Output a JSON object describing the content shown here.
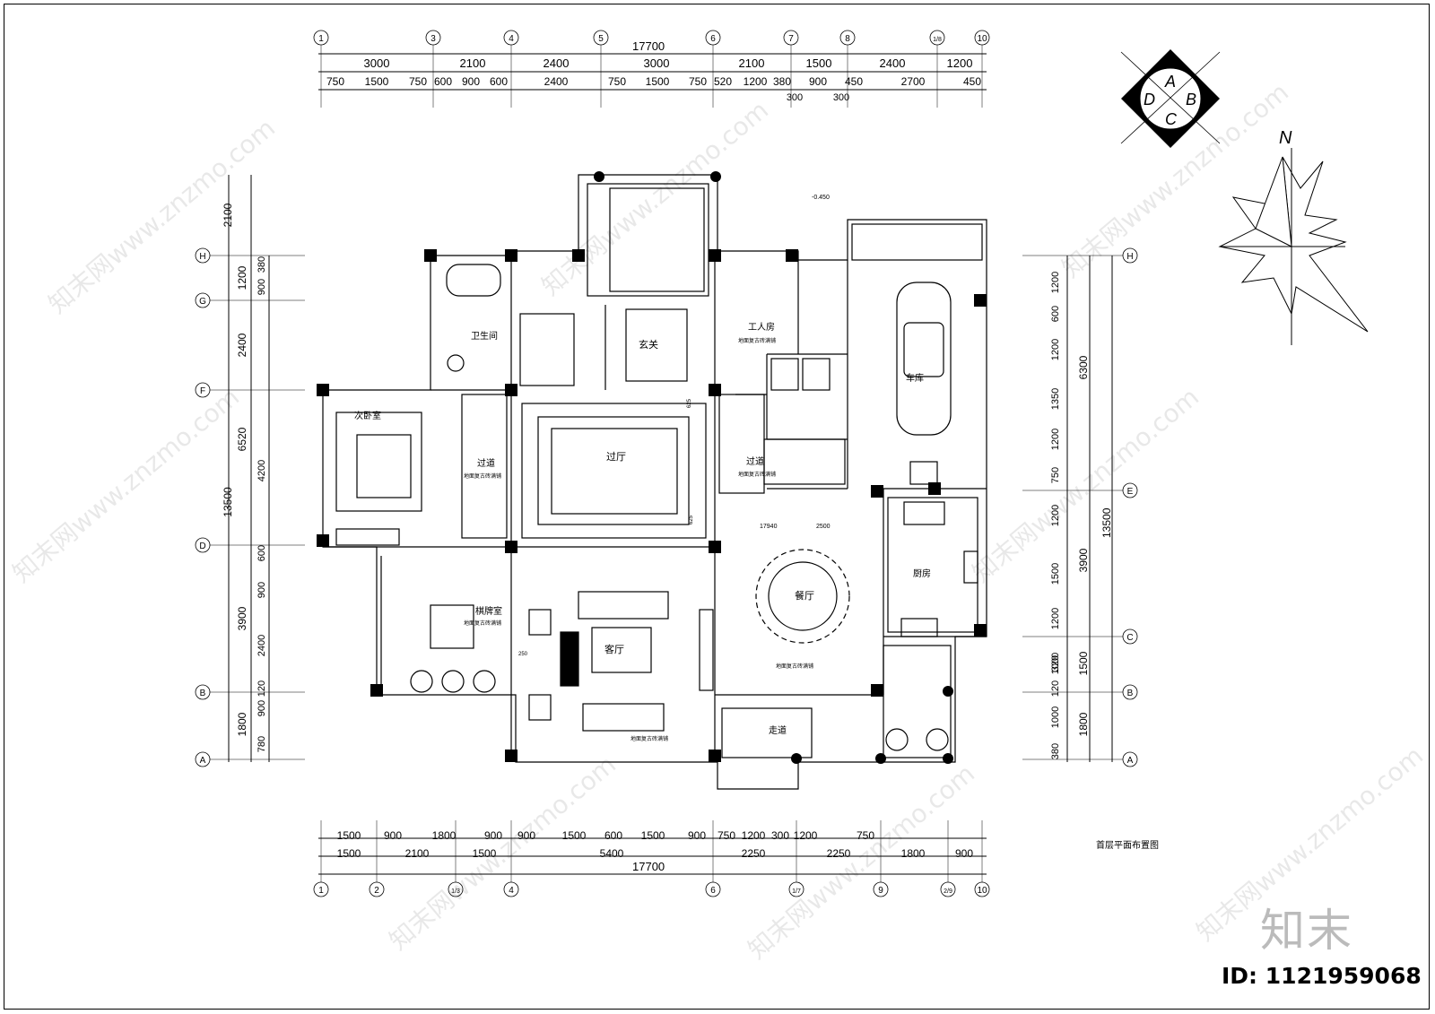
{
  "drawing_title": "首层平面布置图",
  "north_label": "N",
  "orientation_letters": [
    "A",
    "B",
    "C",
    "D"
  ],
  "level_mark": "-0.450",
  "grid_top": [
    "1",
    "3",
    "4",
    "5",
    "6",
    "7",
    "8",
    "1/8",
    "10"
  ],
  "grid_bottom": [
    "1",
    "2",
    "1/3",
    "4",
    "6",
    "1/7",
    "9",
    "2/9",
    "10"
  ],
  "grid_left": [
    "H",
    "G",
    "F",
    "D",
    "B",
    "A"
  ],
  "grid_right": [
    "H",
    "E",
    "C",
    "B",
    "A"
  ],
  "dims_top_total": "17700",
  "dims_top_row1": [
    "3000",
    "2100",
    "2400",
    "3000",
    "2100",
    "1500",
    "2400",
    "1200"
  ],
  "dims_top_row2": [
    "750",
    "1500",
    "750",
    "600",
    "900",
    "600",
    "2400",
    "750",
    "1500",
    "750",
    "520",
    "1200",
    "380",
    "900",
    "450",
    "2700",
    "450"
  ],
  "dims_top_row2_sub": [
    "300",
    "300"
  ],
  "dims_bottom_row1": [
    "1500",
    "900",
    "1800",
    "900",
    "900",
    "1500",
    "600",
    "1500",
    "900",
    "750",
    "1200",
    "300",
    "1200",
    "750"
  ],
  "dims_bottom_row2": [
    "1500",
    "2100",
    "1500",
    "5400",
    "2250",
    "2250",
    "1800",
    "900"
  ],
  "dims_bottom_total": "17700",
  "dims_left_outer": [
    "2100",
    "13500"
  ],
  "dims_left_mid": [
    "1200",
    "2400",
    "6520",
    "3900",
    "1800"
  ],
  "dims_left_inner": [
    "380",
    "900",
    "4200",
    "600",
    "900",
    "2400",
    "120",
    "900",
    "780"
  ],
  "dims_right_inner": [
    "1200",
    "600",
    "1200",
    "1350",
    "1200",
    "750",
    "1200",
    "1500",
    "1200",
    "320",
    "1000",
    "120",
    "1000",
    "380"
  ],
  "dims_right_mid": [
    "6300",
    "3900",
    "1500",
    "1800"
  ],
  "dims_right_outer": "13500",
  "rooms": {
    "bathroom": "卫生间",
    "foyer": "玄关",
    "maid_room": "工人房",
    "maid_floor": "地面复古砖满铺",
    "garage": "车库",
    "bedroom": "次卧室",
    "corridor_left": "过道",
    "corridor_left_floor": "地面复古砖满铺",
    "hall": "过厅",
    "corridor_right": "过道",
    "corridor_right_floor": "地面复古砖满铺",
    "kitchen": "厨房",
    "chess_room": "棋牌室",
    "chess_floor": "地面复古砖满铺",
    "living": "客厅",
    "living_floor": "地面复古砖满铺",
    "dining": "餐厅",
    "dining_floor": "地面复古砖满铺",
    "walkway": "走道"
  },
  "inline_dims": {
    "d1": "17940",
    "d2": "2500",
    "d3": "625",
    "d4": "250",
    "d5": "625"
  },
  "watermark_text": "知末网www.znzmo.com",
  "brand_mark": "知末",
  "id_label": "ID:",
  "id_value": "1121959068"
}
